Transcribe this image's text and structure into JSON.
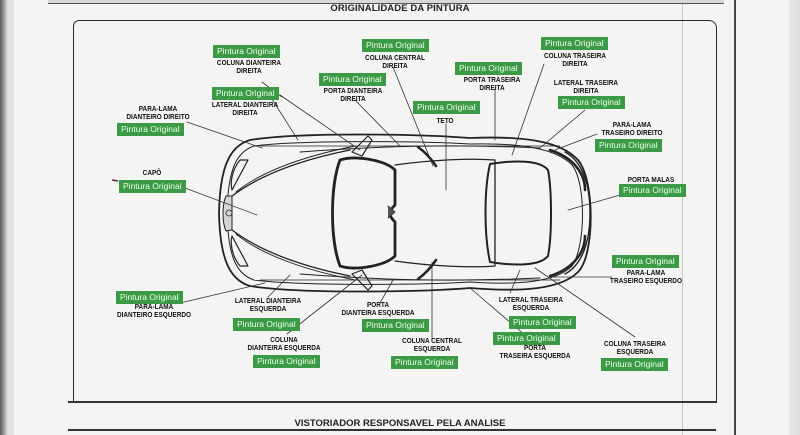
{
  "header": {
    "title": "ORIGINALIDADE DA PINTURA"
  },
  "footer": {
    "title": "VISTORIADOR RESPONSAVEL PELA ANALISE"
  },
  "status_colors": {
    "badge_bg": "#3a9a45",
    "badge_text": "#f2fff2"
  },
  "parts": [
    {
      "id": "coluna-dianteira-direita",
      "name_line1": "COLUNA DIANTEIRA",
      "name_line2": "DIREITA",
      "status": "Pintura Original"
    },
    {
      "id": "lateral-dianteira-direita",
      "name_line1": "LATERAL DIANTEIRA",
      "name_line2": "DIREITA",
      "status": "Pintura Original"
    },
    {
      "id": "para-lama-dianteiro-direito",
      "name_line1": "PARA-LAMA",
      "name_line2": "DIANTEIRO DIREITO",
      "status": "Pintura Original"
    },
    {
      "id": "coluna-central-direita",
      "name_line1": "COLUNA CENTRAL",
      "name_line2": "DIREITA",
      "status": "Pintura Original"
    },
    {
      "id": "porta-dianteira-direita",
      "name_line1": "PORTA DIANTEIRA",
      "name_line2": "DIREITA",
      "status": "Pintura Original"
    },
    {
      "id": "teto",
      "name_line1": "TETO",
      "name_line2": "",
      "status": "Pintura Original"
    },
    {
      "id": "porta-traseira-direita",
      "name_line1": "PORTA TRASEIRA",
      "name_line2": "DIREITA",
      "status": "Pintura Original"
    },
    {
      "id": "coluna-traseira-direita",
      "name_line1": "COLUNA TRASEIRA",
      "name_line2": "DIREITA",
      "status": "Pintura Original"
    },
    {
      "id": "lateral-traseira-direita",
      "name_line1": "LATERAL TRASEIRA",
      "name_line2": "DIREITA",
      "status": "Pintura Original"
    },
    {
      "id": "para-lama-traseiro-direito",
      "name_line1": "PARA-LAMA",
      "name_line2": "TRASEIRO DIREITO",
      "status": "Pintura Original"
    },
    {
      "id": "capo",
      "name_line1": "CAPÔ",
      "name_line2": "",
      "status": "Pintura Original"
    },
    {
      "id": "porta-malas",
      "name_line1": "PORTA MALAS",
      "name_line2": "",
      "status": "Pintura Original"
    },
    {
      "id": "para-lama-traseiro-esquerdo",
      "name_line1": "PARA-LAMA",
      "name_line2": "TRASEIRO ESQUERDO",
      "status": "Pintura Original"
    },
    {
      "id": "para-lama-dianteiro-esquerdo",
      "name_line1": "PARA-LAMA",
      "name_line2": "DIANTEIRO ESQUERDO",
      "status": "Pintura Original"
    },
    {
      "id": "lateral-dianteira-esquerda",
      "name_line1": "LATERAL DIANTEIRA",
      "name_line2": "ESQUERDA",
      "status": "Pintura Original"
    },
    {
      "id": "coluna-dianteira-esquerda",
      "name_line1": "COLUNA",
      "name_line2": "DIANTEIRA ESQUERDA",
      "status": "Pintura Original"
    },
    {
      "id": "porta-dianteira-esquerda",
      "name_line1": "PORTA",
      "name_line2": "DIANTEIRA ESQUERDA",
      "status": "Pintura Original"
    },
    {
      "id": "coluna-central-esquerda",
      "name_line1": "COLUNA CENTRAL",
      "name_line2": "ESQUERDA",
      "status": "Pintura Original"
    },
    {
      "id": "lateral-traseira-esquerda",
      "name_line1": "LATERAL TRASEIRA",
      "name_line2": "ESQUERDA",
      "status": "Pintura Original"
    },
    {
      "id": "porta-traseira-esquerda",
      "name_line1": "PORTA",
      "name_line2": "TRASEIRA ESQUERDA",
      "status": "Pintura Original"
    },
    {
      "id": "coluna-traseira-esquerda",
      "name_line1": "COLUNA TRASEIRA",
      "name_line2": "ESQUERDA",
      "status": "Pintura Original"
    }
  ]
}
